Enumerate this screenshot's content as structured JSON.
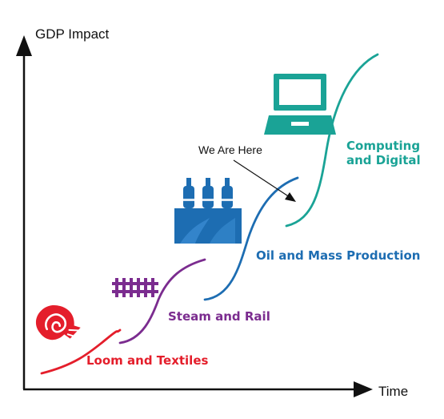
{
  "axes": {
    "y_label": "GDP Impact",
    "x_label": "Time"
  },
  "colors": {
    "axis": "#111111",
    "loom": "#e41e2b",
    "steam": "#7b2c8f",
    "oil": "#1d6db2",
    "computing": "#1aa396"
  },
  "waves": [
    {
      "id": "loom",
      "label": "Loom and Textiles",
      "icon": "loom-spool-icon"
    },
    {
      "id": "steam",
      "label": "Steam and Rail",
      "icon": "railway-track-icon"
    },
    {
      "id": "oil",
      "label": "Oil and Mass Production",
      "icon": "factory-icon"
    },
    {
      "id": "computing",
      "label_lines": [
        "Computing",
        "and Digital"
      ],
      "icon": "laptop-icon"
    }
  ],
  "annotation": {
    "text": "We Are Here"
  }
}
